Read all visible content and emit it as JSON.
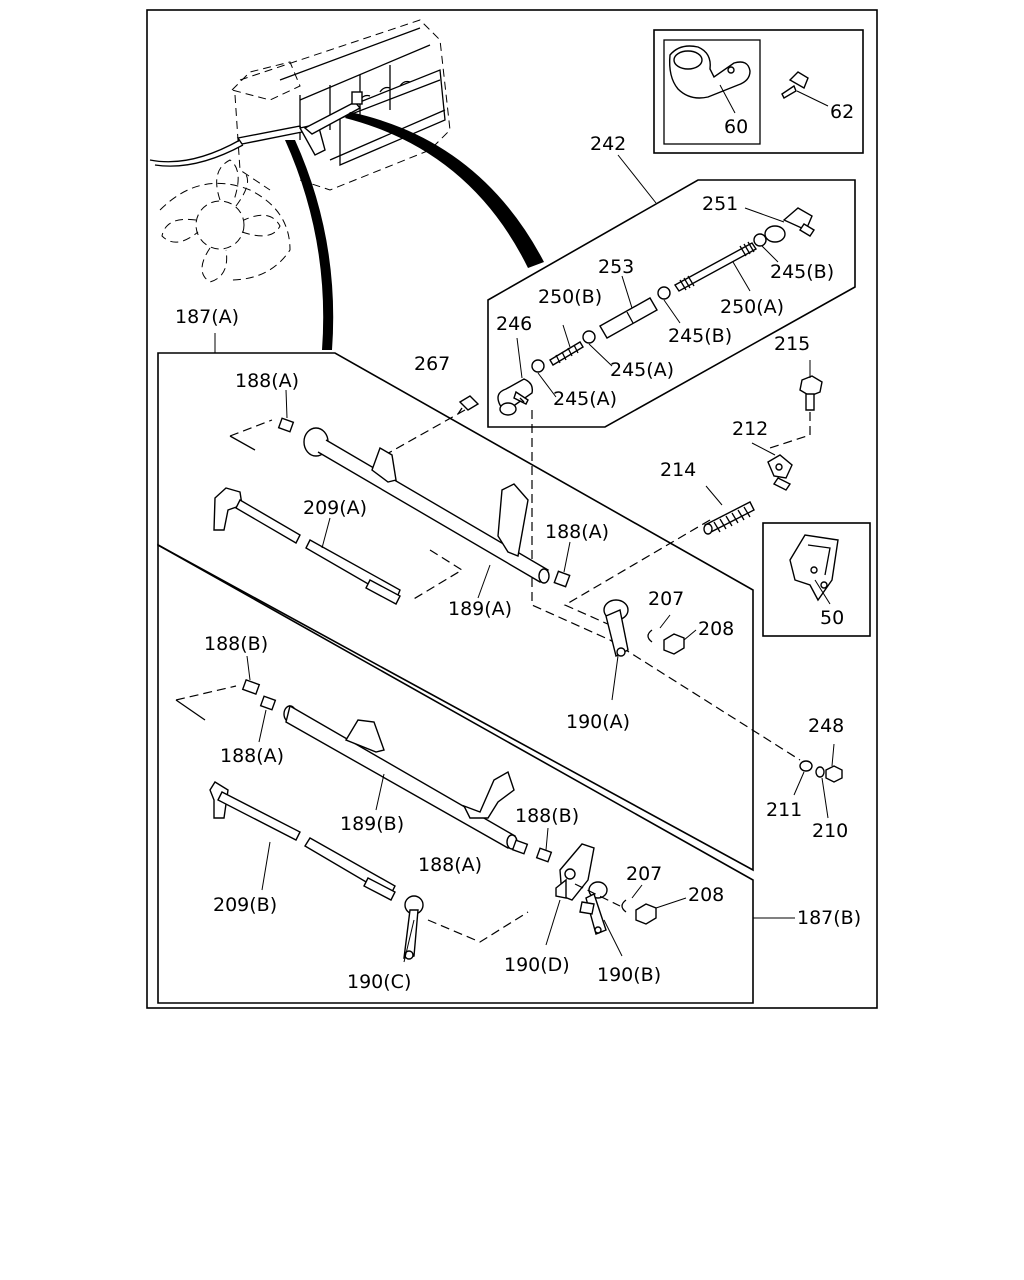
{
  "labels": {
    "l60": "60",
    "l62": "62",
    "l242": "242",
    "l251": "251",
    "l245B_1": "245(B)",
    "l253": "253",
    "l250B": "250(B)",
    "l250A": "250(A)",
    "l246": "246",
    "l245B_2": "245(B)",
    "l245A_1": "245(A)",
    "l245A_2": "245(A)",
    "l215": "215",
    "l212": "212",
    "l214": "214",
    "l267": "267",
    "l187A": "187(A)",
    "l188A_1": "188(A)",
    "l209A": "209(A)",
    "l188A_2": "188(A)",
    "l189A": "189(A)",
    "l207_1": "207",
    "l208_1": "208",
    "l190A": "190(A)",
    "l50": "50",
    "l248": "248",
    "l211": "211",
    "l210": "210",
    "l188B_1": "188(B)",
    "l188A_3": "188(A)",
    "l189B": "189(B)",
    "l188B_2": "188(B)",
    "l188A_4": "188(A)",
    "l207_2": "207",
    "l208_2": "208",
    "l187B": "187(B)",
    "l209B": "209(B)",
    "l190D": "190(D)",
    "l190B": "190(B)",
    "l190C": "190(C)"
  }
}
